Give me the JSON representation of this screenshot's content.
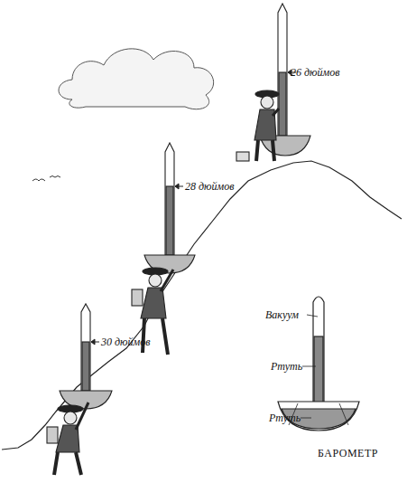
{
  "diagram": {
    "labels": [
      "26 дюймов",
      "28 дюймов",
      "30 дюймов",
      "Вакуум",
      "Ртуть",
      "Ртуть",
      "БАРОМЕТР"
    ]
  }
}
